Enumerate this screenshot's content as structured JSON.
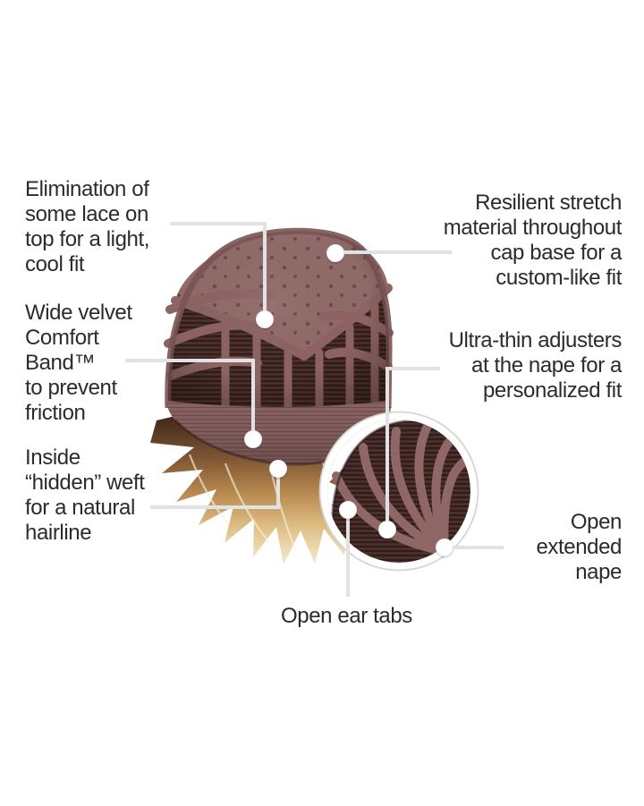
{
  "palette": {
    "background": "#ffffff",
    "text": "#2d2a2b",
    "leader_line": "#e2e2e2",
    "marker": "#ffffff",
    "cap_ribbon": "#8d6363",
    "cap_weft_dark": "#2c1a17",
    "cap_base": "#452b27",
    "lace_panel": "#8f6a68",
    "comfort_band": "#7a5656",
    "hair_root": "#301d16",
    "hair_mid": "#b4854c",
    "hair_tip": "#f7efdc"
  },
  "callouts": {
    "lace_top": {
      "full_text": "Elimination of some lace on top for a light, cool fit",
      "lines": [
        "Elimination of",
        "some lace on",
        "top for a light,",
        "cool fit"
      ]
    },
    "stretch_material": {
      "full_text": "Resilient stretch material throughout cap base for a custom-like fit",
      "lines": [
        "Resilient stretch",
        "material throughout",
        "cap base for a",
        "custom-like fit"
      ]
    },
    "comfort_band": {
      "full_text": "Wide velvet Comfort Band™ to prevent friction",
      "lines": [
        "Wide velvet",
        "Comfort",
        "Band™",
        "to prevent",
        "friction"
      ]
    },
    "adjusters": {
      "full_text": "Ultra-thin adjusters at the nape for a personalized fit",
      "lines": [
        "Ultra-thin adjusters",
        "at the nape for a",
        "personalized fit"
      ]
    },
    "hidden_weft": {
      "full_text": "Inside “hidden” weft for a natural hairline",
      "lines": [
        "Inside",
        "“hidden” weft",
        "for a natural",
        "hairline"
      ]
    },
    "extended_nape": {
      "full_text": "Open extended nape",
      "lines": [
        "Open",
        "extended",
        "nape"
      ]
    },
    "ear_tabs": {
      "full_text": "Open ear tabs",
      "lines": [
        "Open ear tabs"
      ]
    }
  }
}
